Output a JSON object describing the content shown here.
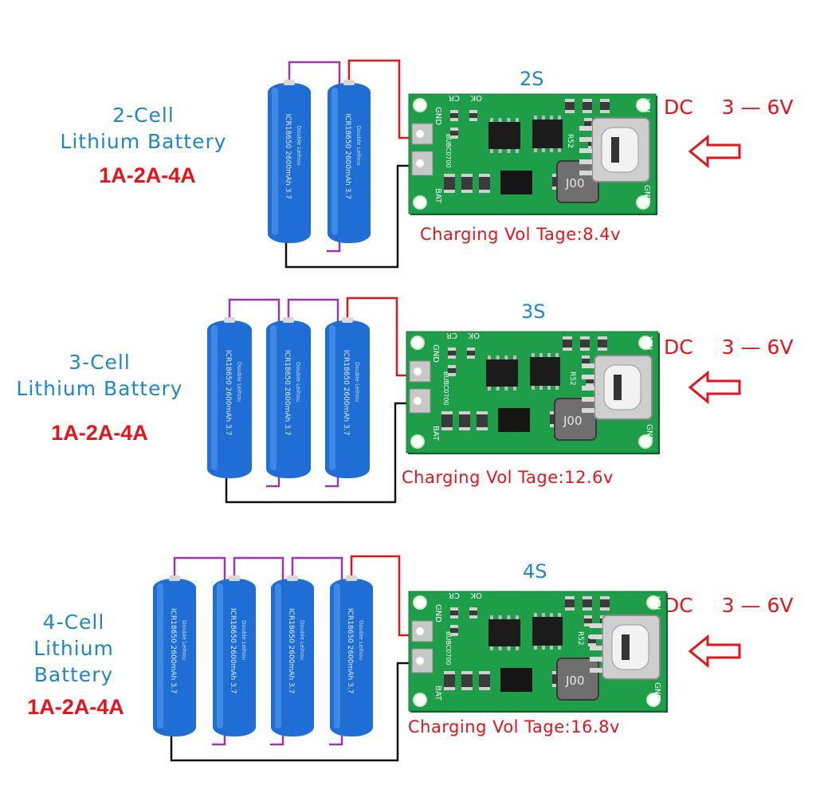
{
  "colors": {
    "blue_text": "#1f86c8",
    "red_text": "#e3141c",
    "pcb": "#1f9e4a",
    "battery": "#1e6ed6",
    "wire_purple": "#9b35b0",
    "wire_red": "#e3141c",
    "wire_black": "#111111"
  },
  "panels": [
    {
      "series": "2S",
      "cell_label_lines": [
        "2-Cell",
        "Lithium Battery"
      ],
      "current": "1A-2A-4A",
      "dc_label": "DC",
      "dc_range": "3 — 6V",
      "charging_label": "Charging Vol Tage:8.4v",
      "cells": 2
    },
    {
      "series": "3S",
      "cell_label_lines": [
        "3-Cell",
        "Lithium Battery"
      ],
      "current": "1A-2A-4A",
      "dc_label": "DC",
      "dc_range": "3 — 6V",
      "charging_label": "Charging Vol Tage:12.6v",
      "cells": 3
    },
    {
      "series": "4S",
      "cell_label_lines": [
        "4-Cell",
        "Lithium",
        "Battery"
      ],
      "current": "1A-2A-4A",
      "dc_label": "DC",
      "dc_range": "3 — 6V",
      "charging_label": "Charging Vol Tage:16.8v",
      "cells": 4
    }
  ],
  "battery_print": {
    "brand": "Double Leihou",
    "model": "ICR18650 2600mAh 3.7"
  },
  "pcb_silk": {
    "gnd": "GND",
    "bat": "BAT",
    "ok": "OK",
    "cr": "CR",
    "vin": "VIN",
    "inductor": "J00",
    "chip": "BUBC0700",
    "rs": "R52"
  },
  "icons": [
    "arrow-left-icon",
    "usb-c-port-icon",
    "battery-cell-icon"
  ]
}
